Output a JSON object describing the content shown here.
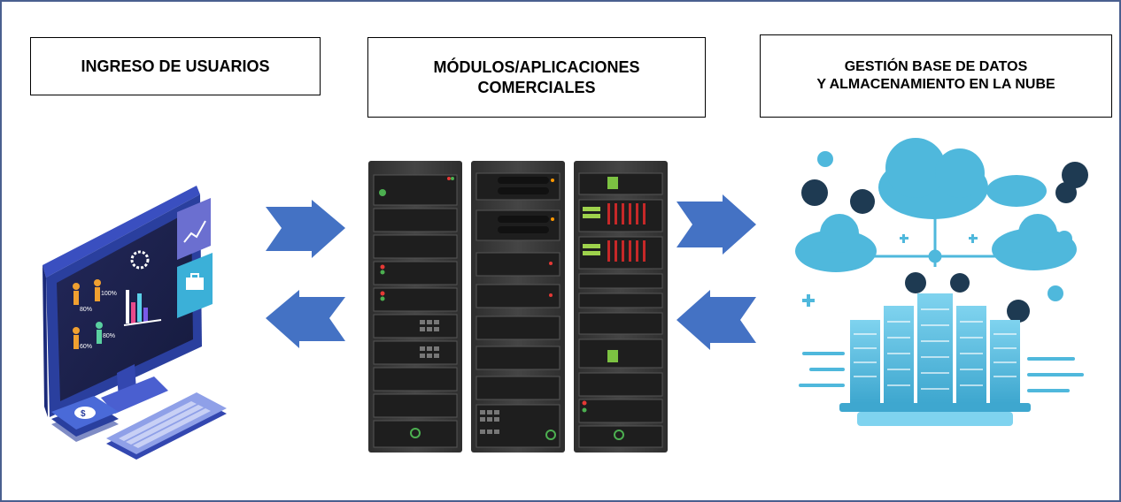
{
  "labels": {
    "users": "INGRESO DE USUARIOS",
    "modules": "MÓDULOS/APLICACIONES\nCOMERCIALES",
    "database": "GESTIÓN BASE DE DATOS\nY ALMACENAMIENTO EN LA NUBE"
  },
  "dashboard": {
    "pct_1": "80%",
    "pct_2": "100%",
    "pct_3": "60%",
    "pct_4": "80%"
  },
  "colors": {
    "frame": "#4a5f8f",
    "arrow": "#4472c4",
    "monitor": "#2a3f9e",
    "rack": "#3b3b3b",
    "cloud": "#4fb8dc"
  },
  "icons": [
    "computer-icon",
    "server-rack-icon",
    "cloud-database-icon",
    "arrow-right-icon",
    "arrow-left-icon"
  ]
}
